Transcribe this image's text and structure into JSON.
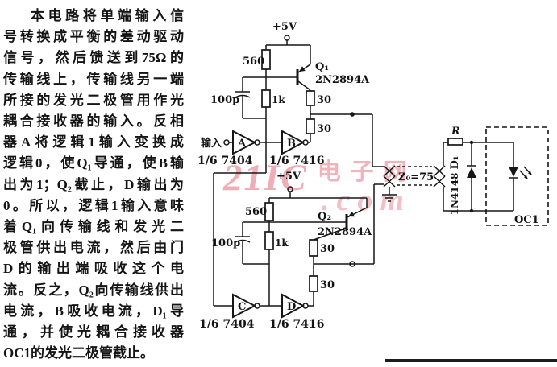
{
  "description": {
    "lines": [
      "本电路将单端输入信",
      "号转换成平衡的差动驱动",
      "信号，然后馈送到75Ω的",
      "传输线上，传输线另一端",
      "所接的发光二极管用作光",
      "耦合接收器的输入。反相",
      "器A将逻辑1输入变换成",
      "逻辑0，使Q₁导通，使B输",
      "出为1；Q₂截止，D输出为",
      "0。所以，逻辑1输入意味",
      "着Q₁向传输线和发光二",
      "极管供出电流，然后由门",
      "D的输出端吸收这个电",
      "流。反之，Q₂向传输线供出",
      "电流，B吸收电流，D₁导",
      "通，并使光耦合接收器",
      "OC1的发光二极管截止。"
    ]
  },
  "watermark": {
    "brand": "21IC",
    "domain": ".com",
    "site_cn": "电子网",
    "color": "#e05c6e"
  },
  "schematic": {
    "vcc_top": "+5V",
    "vcc_bottom": "+5V",
    "input": "输入",
    "r560_top": "560",
    "r560_bot": "560",
    "c100p_top": "100p",
    "c100p_bot": "100p",
    "r1k_top": "1k",
    "r1k_bot": "1k",
    "r30_q1_upper": "30",
    "r30_q1_lower": "30",
    "r30_q2_upper": "30",
    "r30_q2_lower": "30",
    "q1": "Q₁",
    "q1_part": "2N2894A",
    "q2": "Q₂",
    "q2_part": "2N2894A",
    "inv_a": "A",
    "inv_b": "B",
    "inv_c": "C",
    "inv_d": "D",
    "ic_ab_left": "1/6 7404",
    "ic_ab_right": "1/6 7416",
    "ic_cd_left": "1/6 7404",
    "ic_cd_right": "1/6 7416",
    "z0": "Z₀=75",
    "r": "R",
    "d1": "D₁",
    "d1_part": "1N4148",
    "oc1": "OC1"
  }
}
